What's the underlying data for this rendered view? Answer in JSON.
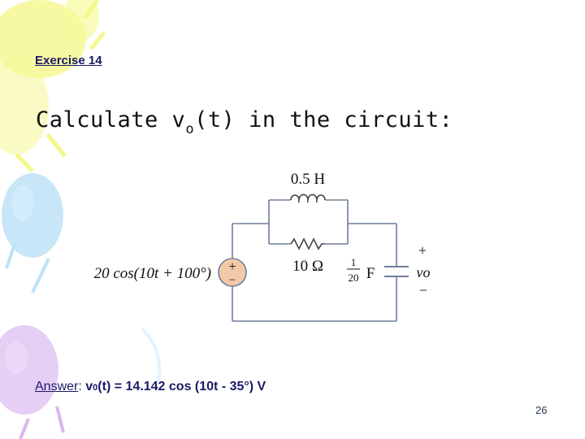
{
  "slide": {
    "exercise_label": "Exercise 14",
    "question_prefix": "Calculate v",
    "question_sub": "o",
    "question_suffix": "(t) in the circuit:",
    "page_number": "26"
  },
  "circuit": {
    "inductor_label": "0.5 H",
    "resistor_label": "10 Ω",
    "source_label": "20 cos(10t + 100°)",
    "capacitor_num": "1",
    "capacitor_den": "20",
    "capacitor_unit": "F",
    "plus_sign": "+",
    "minus_sign": "−",
    "vo_label": "vo"
  },
  "answer": {
    "label": "Answer",
    "colon": ":",
    "v": "v",
    "sub": "0",
    "expression": "(t) = 14.142 cos (10t - 35°) V"
  },
  "colors": {
    "balloon_yellow": "#f4f78a",
    "balloon_blue": "#a9d8f5",
    "balloon_purple": "#d8b6ef",
    "source_fill": "#f3c9a8",
    "wire": "#6e7f99"
  }
}
